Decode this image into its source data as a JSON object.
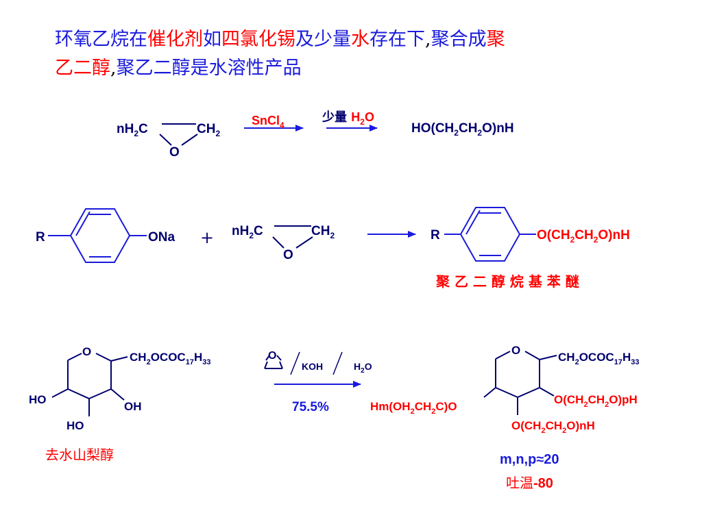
{
  "colors": {
    "blue": "#1a1adc",
    "red": "#ff0000",
    "black": "#000000"
  },
  "title": {
    "line1": [
      {
        "t": "环氧乙烷在",
        "c": "blue"
      },
      {
        "t": "催化剂",
        "c": "red"
      },
      {
        "t": "如",
        "c": "blue"
      },
      {
        "t": "四氯化锡",
        "c": "red"
      },
      {
        "t": "及少量",
        "c": "blue"
      },
      {
        "t": "水",
        "c": "red"
      },
      {
        "t": "存在下",
        "c": "blue"
      },
      {
        "t": ",",
        "c": "black"
      },
      {
        "t": "聚合成",
        "c": "blue"
      },
      {
        "t": "聚",
        "c": "red"
      }
    ],
    "line2": [
      {
        "t": "乙二醇",
        "c": "red"
      },
      {
        "t": ",",
        "c": "black"
      },
      {
        "t": "聚乙二醇是水溶性产品",
        "c": "blue"
      }
    ]
  },
  "reaction1": {
    "reactant": {
      "left": "nH",
      "left_sub": "2",
      "left_c": "C",
      "right": "CH",
      "right_sub": "2",
      "oxygen": "O"
    },
    "catalyst": {
      "main": "SnCl",
      "sub": "4"
    },
    "reagent": {
      "cn": "少量 ",
      "h": "H",
      "sub": "2",
      "o": "O"
    },
    "product": {
      "parts": [
        "HO(CH",
        "2",
        "CH",
        "2",
        "O)nH"
      ]
    }
  },
  "reaction2": {
    "phenoxide": {
      "r": "R",
      "ona": "ONa"
    },
    "plus": "+",
    "epoxide": {
      "left": "nH",
      "left_sub": "2",
      "left_c": "C",
      "right": "CH",
      "right_sub": "2",
      "oxygen": "O"
    },
    "product": {
      "r": "R",
      "parts": [
        "O(CH",
        "2",
        "CH",
        "2",
        "O)nH"
      ]
    },
    "product_name": "聚 乙 二 醇 烷 基 苯 醚"
  },
  "reaction3": {
    "reactant": {
      "ring_o": "O",
      "ester": [
        "CH",
        "2",
        "OCOC",
        "17",
        "H",
        "33"
      ],
      "ho1": "HO",
      "oh": "OH",
      "ho2": "HO",
      "name": "去水山梨醇"
    },
    "conditions": {
      "epoxide_o": "O",
      "koh": "KOH",
      "water": [
        "H",
        "2",
        "O"
      ],
      "yield": "75.5%"
    },
    "product": {
      "ring_o": "O",
      "ester": [
        "CH",
        "2",
        "OCOC",
        "17",
        "H",
        "33"
      ],
      "left": [
        "Hm(OH",
        "2",
        "CH",
        "2",
        "C)O"
      ],
      "right": [
        "O(CH",
        "2",
        "CH",
        "2",
        "O)pH"
      ],
      "bottom": [
        "O(CH",
        "2",
        "CH",
        "2",
        "O)nH"
      ],
      "cond": "m,n,p≈20",
      "name_cn": "吐温",
      "name_num": "-80"
    }
  }
}
